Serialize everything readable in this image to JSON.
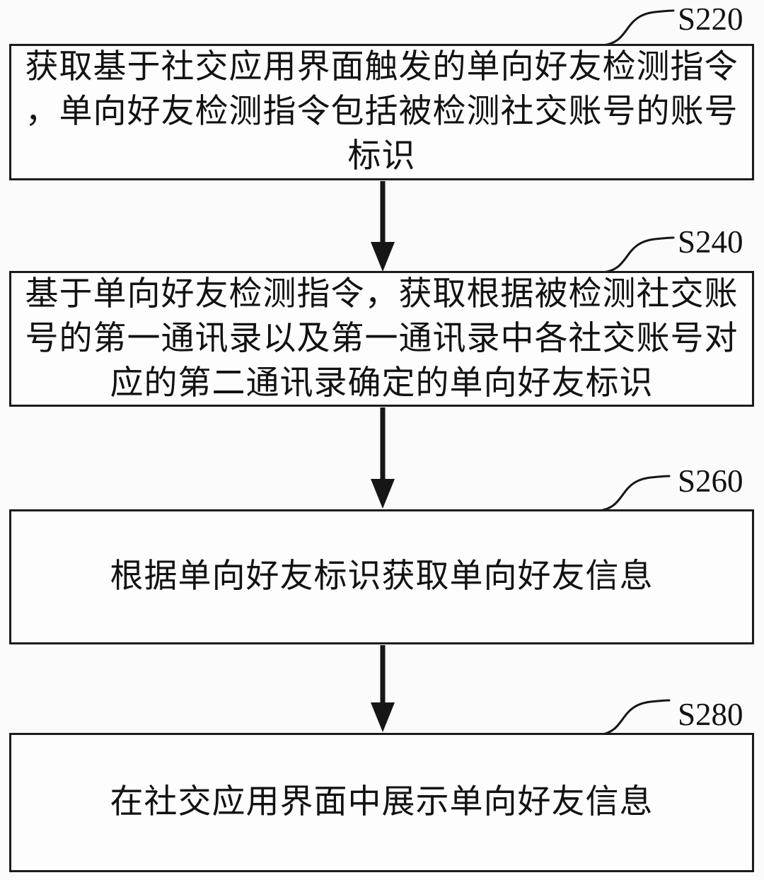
{
  "figure": {
    "background_color": "#fbfbfb",
    "line_color": "#161616",
    "box_fill_color": "#fdfdfd"
  },
  "steps": [
    {
      "label": "S220",
      "lines": [
        "获取基于社交应用界面触发的单向好友检测指令",
        "，单向好友检测指令包括被检测社交账号的账号",
        "标识"
      ]
    },
    {
      "label": "S240",
      "lines": [
        "基于单向好友检测指令，获取根据被检测社交账",
        "号的第一通讯录以及第一通讯录中各社交账号对",
        "应的第二通讯录确定的单向好友标识"
      ]
    },
    {
      "label": "S260",
      "lines": [
        "根据单向好友标识获取单向好友信息"
      ]
    },
    {
      "label": "S280",
      "lines": [
        "在社交应用界面中展示单向好友信息"
      ]
    }
  ]
}
